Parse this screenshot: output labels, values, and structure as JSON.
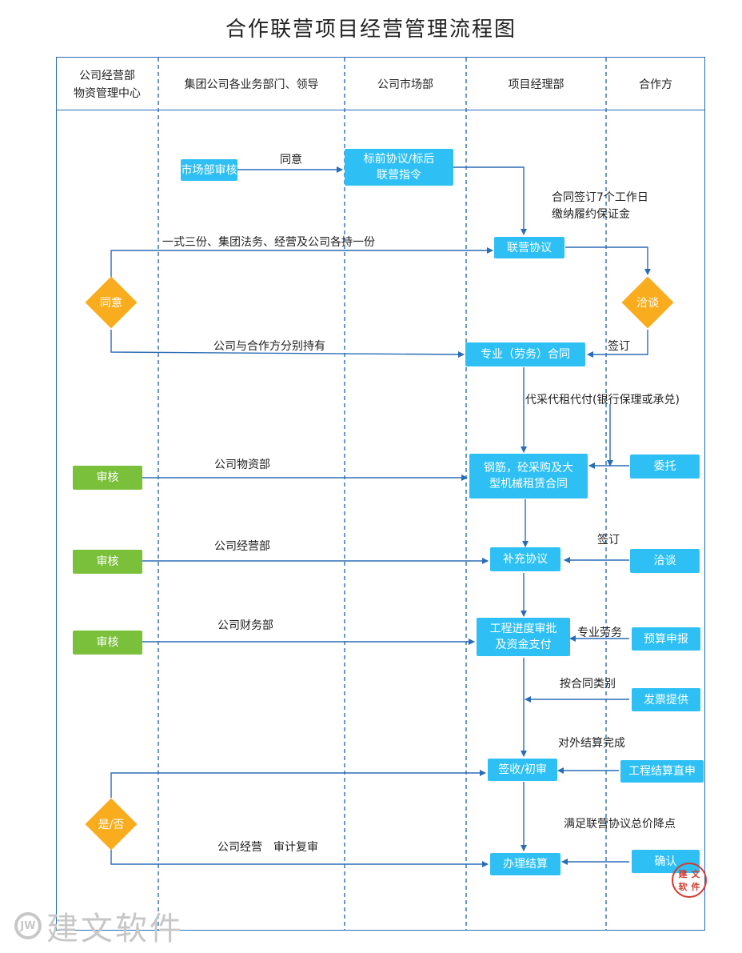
{
  "title": "合作联营项目经营管理流程图",
  "lanes": {
    "l1_line1": "公司经营部",
    "l1_line2": "物资管理中心",
    "l2": "集团公司各业务部门、领导",
    "l3": "公司市场部",
    "l4": "项目经理部",
    "l5": "合作方"
  },
  "nodes": {
    "market_review": "市场部审核",
    "bid_line1": "标前协议/标后",
    "bid_line2": "联营指令",
    "joint_agreement": "联营协议",
    "agree": "同意",
    "negotiate1": "洽谈",
    "prof_contract": "专业（劳务）合同",
    "steel_line1": "钢筋，砼采购及大",
    "steel_line2": "型机械租赁合同",
    "entrust": "委托",
    "review1": "审核",
    "supplement": "补充协议",
    "negotiate2": "洽谈",
    "review2": "审核",
    "progress_line1": "工程进度审批",
    "progress_line2": "及资金支付",
    "budget": "预算申报",
    "review3": "审核",
    "invoice": "发票提供",
    "receive": "签收/初审",
    "settlement_apply": "工程结算直申",
    "yesno": "是/否",
    "handle": "办理结算",
    "confirm": "确认"
  },
  "labels": {
    "agree_arrow": "同意",
    "deposit_line1": "合同签订7个工作日",
    "deposit_line2": "缴纳履约保证金",
    "triplicate": "一式三份、集团法务、经营及公司各持一份",
    "each_hold": "公司与合作方分别持有",
    "sign1": "签订",
    "proxy": "代采代租代付(银行保理或承兑)",
    "materials_dept": "公司物资部",
    "sign2": "签订",
    "ops_dept": "公司经营部",
    "finance_dept": "公司财务部",
    "prof_labor": "专业劳务",
    "by_type": "按合同类别",
    "external_done": "对外结算完成",
    "meet_total": "满足联营协议总价降点",
    "ops_audit": "公司经营　审计复审"
  },
  "watermark": {
    "logo": "JW",
    "text": "建文软件"
  },
  "seal": {
    "chars": [
      "建",
      "文",
      "软",
      "件"
    ]
  },
  "colors": {
    "lane_border": "#2a6db5",
    "blue_box": "#2ec0f4",
    "green_box": "#7ac03a",
    "diamond": "#f9ad1e",
    "arrow": "#2a6db5"
  }
}
